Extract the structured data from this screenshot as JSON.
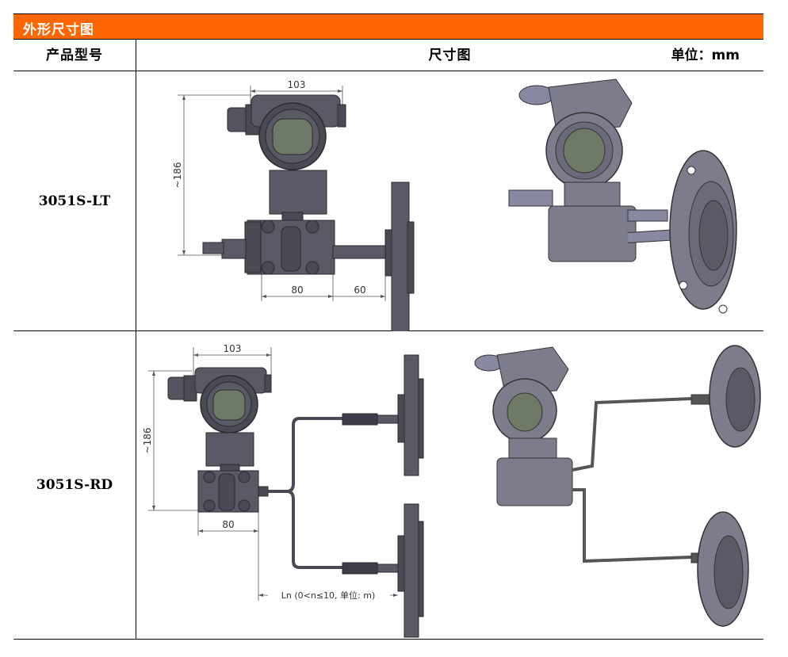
{
  "section_title": "外形尺寸图",
  "header": {
    "col_model": "产品型号",
    "col_drawing": "尺寸图",
    "unit_label": "单位：mm"
  },
  "rows": [
    {
      "model": "3051S-LT",
      "dimensions": {
        "width_top": "103",
        "height": "~186",
        "body_width": "80",
        "extension": "60"
      }
    },
    {
      "model": "3051S-RD",
      "dimensions": {
        "width_top": "103",
        "height": "~186",
        "body_width": "80",
        "capillary_note": "Ln (0<n≤10, 单位: m)"
      }
    }
  ],
  "colors": {
    "title_bar": "#FF6600",
    "device_body": "#5A5A66",
    "device_dark": "#3E3E48",
    "device_3d": "#7C7C8C",
    "lcd": "#6E7A66"
  }
}
